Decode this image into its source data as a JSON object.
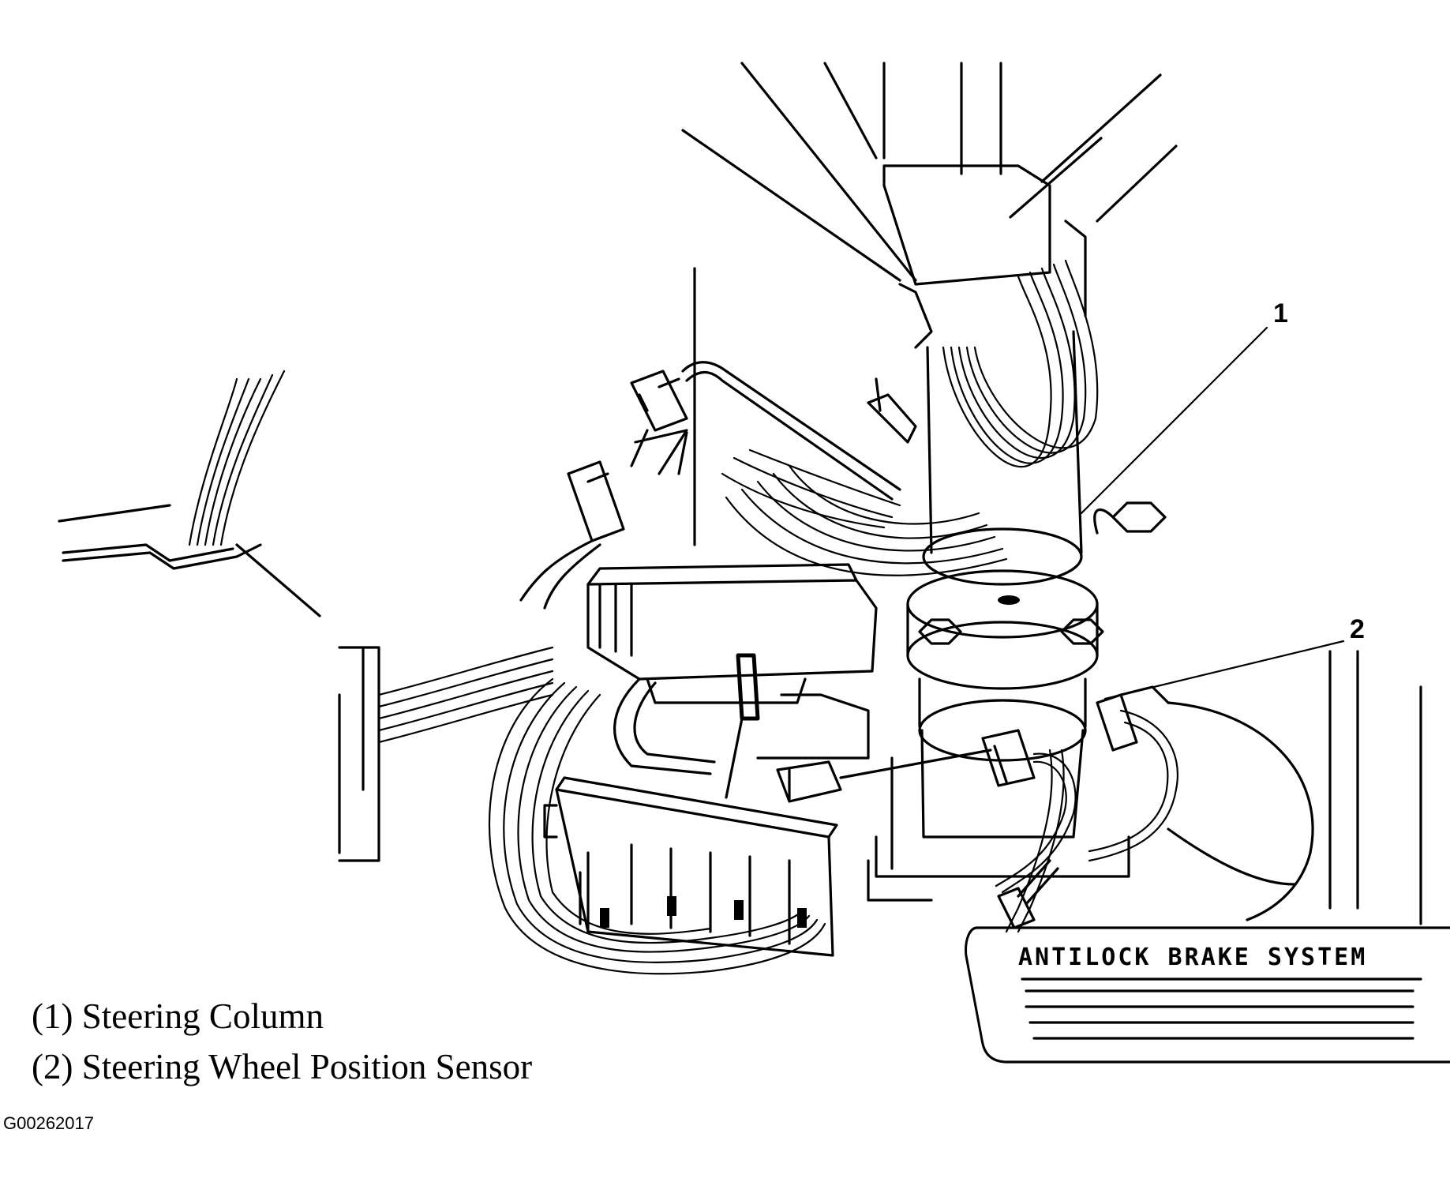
{
  "callouts": [
    {
      "number": "1"
    },
    {
      "number": "2"
    }
  ],
  "pedal_label": "ANTILOCK BRAKE SYSTEM",
  "legend": [
    {
      "text": "(1) Steering Column"
    },
    {
      "text": "(2) Steering Wheel Position Sensor"
    }
  ],
  "figure_id": "G00262017"
}
